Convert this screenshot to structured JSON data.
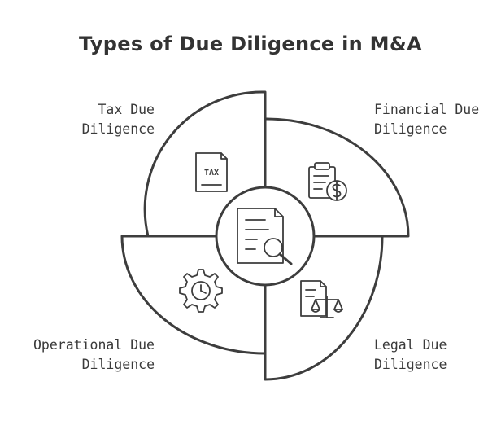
{
  "title": "Types of Due Diligence in M&A",
  "center": {
    "icon": "document-magnifier-icon"
  },
  "quadrants": [
    {
      "key": "tax",
      "line1": "Tax Due",
      "line2": "Diligence",
      "icon": "tax-document-icon",
      "icon_text": "TAX"
    },
    {
      "key": "financial",
      "line1": "Financial Due",
      "line2": "Diligence",
      "icon": "financial-clipboard-dollar-icon"
    },
    {
      "key": "operational",
      "line1": "Operational Due",
      "line2": "Diligence",
      "icon": "gear-clock-icon"
    },
    {
      "key": "legal",
      "line1": "Legal Due",
      "line2": "Diligence",
      "icon": "legal-document-scales-icon"
    }
  ]
}
